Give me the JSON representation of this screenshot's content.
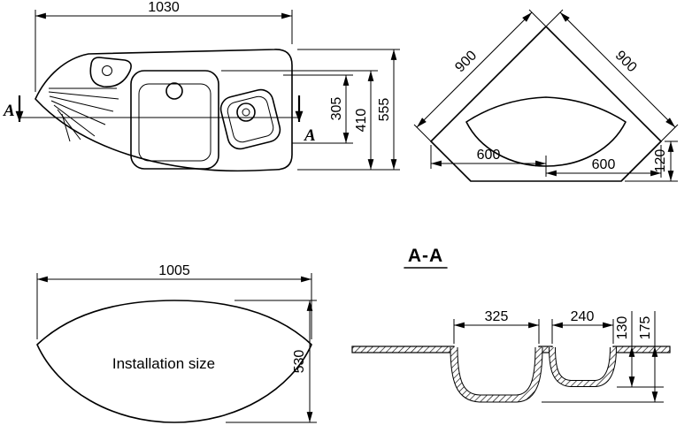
{
  "page": {
    "background": "#ffffff",
    "line_color": "#000000"
  },
  "top_view": {
    "dim_width": "1030",
    "dim_total_depth": "555",
    "dim_depth_410": "410",
    "dim_depth_305": "305",
    "section_label_left": "A",
    "section_label_mid": "A"
  },
  "corner_view": {
    "dim_wall_left": "900",
    "dim_wall_right": "900",
    "dim_front_left": "600",
    "dim_front_right": "600",
    "dim_offset": "120"
  },
  "installation_view": {
    "dim_width": "1005",
    "dim_height": "530",
    "caption": "Installation size"
  },
  "section_view": {
    "title": "A-A",
    "dim_bowl_main_width": "325",
    "dim_bowl_small_width": "240",
    "dim_bowl_small_depth": "130",
    "dim_bowl_main_depth": "175"
  }
}
